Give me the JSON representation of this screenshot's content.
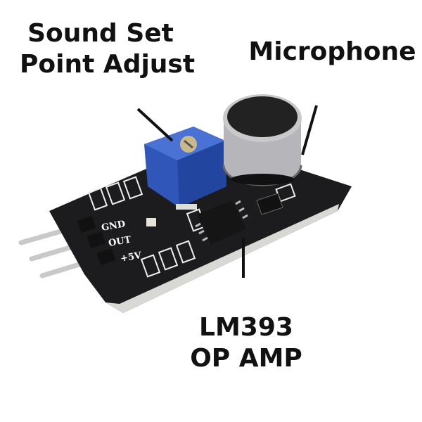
{
  "labels": {
    "setpoint_line1": "Sound Set",
    "setpoint_line2": "Point Adjust",
    "microphone": "Microphone",
    "opamp_line1": "LM393",
    "opamp_line2": "OP AMP"
  },
  "silkscreen": {
    "gnd": "GND",
    "out": "OUT",
    "vcc": "+5V"
  },
  "colors": {
    "board": "#1c1c1e",
    "potentiometer": "#2f56b8",
    "microphone_body": "#b8b8bc",
    "pins": "#c8c8c8"
  }
}
